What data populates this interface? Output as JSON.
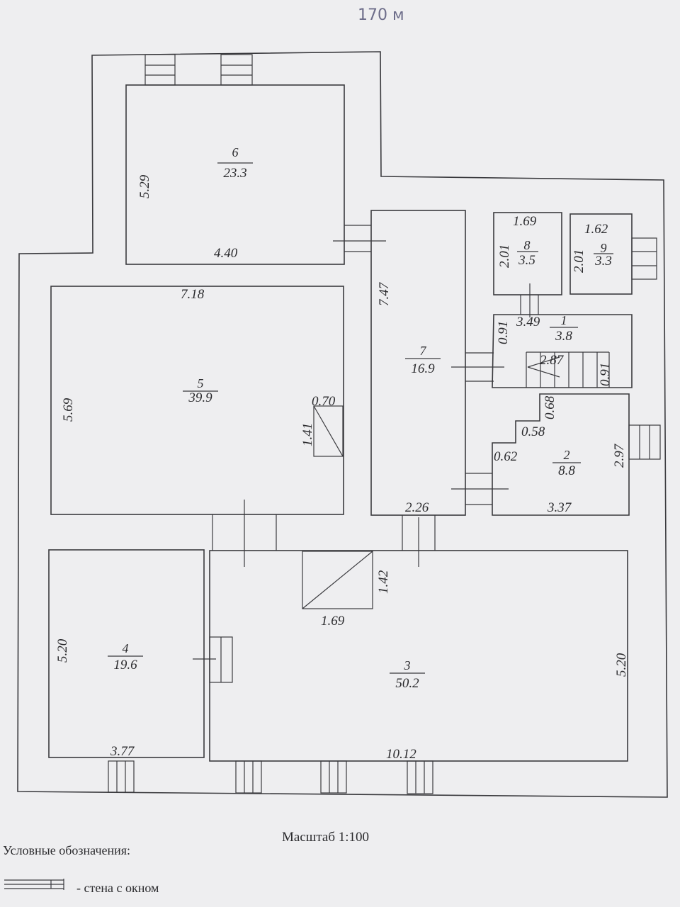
{
  "handwritten_note": "170 м",
  "rooms": [
    {
      "id": "6",
      "area": "23.3",
      "dims": [
        "5.29",
        "4.40"
      ]
    },
    {
      "id": "5",
      "area": "39.9",
      "dims": [
        "7.18",
        "5.69"
      ]
    },
    {
      "id": "7",
      "area": "16.9",
      "dims": [
        "7.47",
        "2.26"
      ]
    },
    {
      "id": "8",
      "area": "3.5",
      "dims": [
        "1.69",
        "2.01"
      ]
    },
    {
      "id": "9",
      "area": "3.3",
      "dims": [
        "1.62",
        "2.01"
      ]
    },
    {
      "id": "1",
      "area": "3.8",
      "dims": [
        "3.49",
        "0.91",
        "2.87",
        "0.91"
      ]
    },
    {
      "id": "2",
      "area": "8.8",
      "dims": [
        "0.68",
        "0.58",
        "0.62",
        "2.97",
        "3.37"
      ]
    },
    {
      "id": "4",
      "area": "19.6",
      "dims": [
        "5.20",
        "3.77"
      ]
    },
    {
      "id": "3",
      "area": "50.2",
      "dims": [
        "5.20",
        "10.12"
      ]
    }
  ],
  "fixtures": {
    "room5_shaft": [
      "0.70",
      "1.41"
    ],
    "room3_shaft": [
      "1.42",
      "1.69"
    ]
  },
  "scale_text": "Масштаб  1:100",
  "legend": {
    "title": "Условные обозначения:",
    "items": [
      {
        "label": "- стена с окном"
      }
    ]
  }
}
